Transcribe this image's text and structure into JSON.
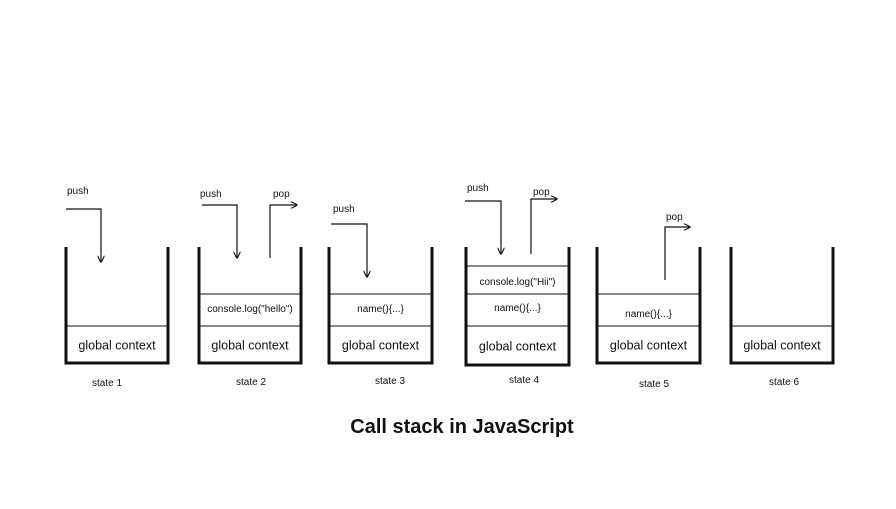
{
  "title": "Call stack in JavaScript",
  "arrow_labels": {
    "push": "push",
    "pop": "pop"
  },
  "global_context": "global context",
  "states": [
    {
      "label": "state 1",
      "frames": [],
      "push": true,
      "pop": false
    },
    {
      "label": "state 2",
      "frames": [
        "console.log(\"hello\")"
      ],
      "push": true,
      "pop": true
    },
    {
      "label": "state 3",
      "frames": [
        "name(){...}"
      ],
      "push": true,
      "pop": false
    },
    {
      "label": "state 4",
      "frames": [
        "name(){...}",
        "console.log(\"Hii\")"
      ],
      "push": true,
      "pop": true
    },
    {
      "label": "state 5",
      "frames": [
        "name(){...}"
      ],
      "push": false,
      "pop": true
    },
    {
      "label": "state 6",
      "frames": [],
      "push": false,
      "pop": false
    }
  ]
}
